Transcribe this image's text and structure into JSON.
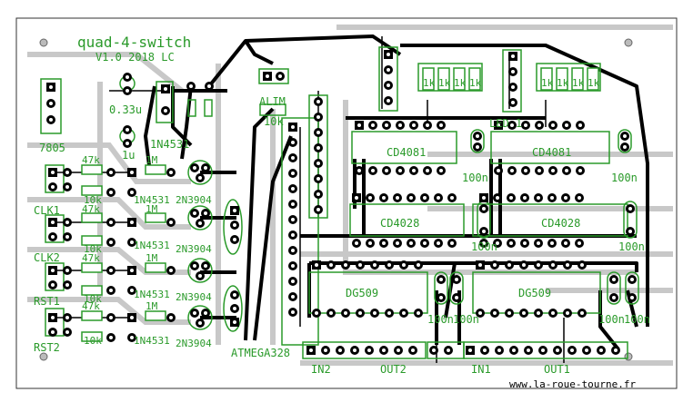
{
  "board": {
    "title": "quad-4-switch",
    "version": "V1.0 2018 LC",
    "website": "www.la-roue-tourne.fr"
  },
  "components": {
    "regulator": "7805",
    "cap_033": "0.33u",
    "cap_1u": "1u",
    "diode_pair": "1N4531",
    "alim": "ALIM",
    "r_10k_alim": "10k",
    "mcu": "ATMEGA328",
    "mux_left": "CD4081",
    "mux_right": "CD4081",
    "dec_left": "CD4028",
    "dec_right": "CD4028",
    "sw_left": "DG509",
    "sw_right": "DG509",
    "led_label": "LED 1",
    "c100n": "100n"
  },
  "inputs": [
    {
      "label": "CLK1"
    },
    {
      "label": "CLK2"
    },
    {
      "label": "RST1"
    },
    {
      "label": "RST2"
    }
  ],
  "channels": [
    {
      "r1": "47k",
      "r2": "10k",
      "r3": "1M",
      "diode": "1N4531",
      "tr": "2N3904"
    },
    {
      "r1": "47k",
      "r2": "10k",
      "r3": "1M",
      "diode": "1N4531",
      "tr": "2N3904"
    },
    {
      "r1": "47k",
      "r2": "10k",
      "r3": "1M",
      "diode": "1N4531",
      "tr": "2N3904"
    },
    {
      "r1": "47k",
      "r2": "10k",
      "r3": "1M",
      "diode": "1N4531",
      "tr": "2N3904"
    }
  ],
  "resistors_1k": [
    "1k",
    "1k",
    "1k",
    "1k"
  ],
  "connectors": {
    "in2": "IN2",
    "out2": "OUT2",
    "in1": "IN1",
    "out1": "OUT1"
  },
  "colors": {
    "copper": "#000000",
    "silkscreen": "#2a9a2a",
    "board_outline": "#444444",
    "ground_plane": "#cfcfcf"
  }
}
